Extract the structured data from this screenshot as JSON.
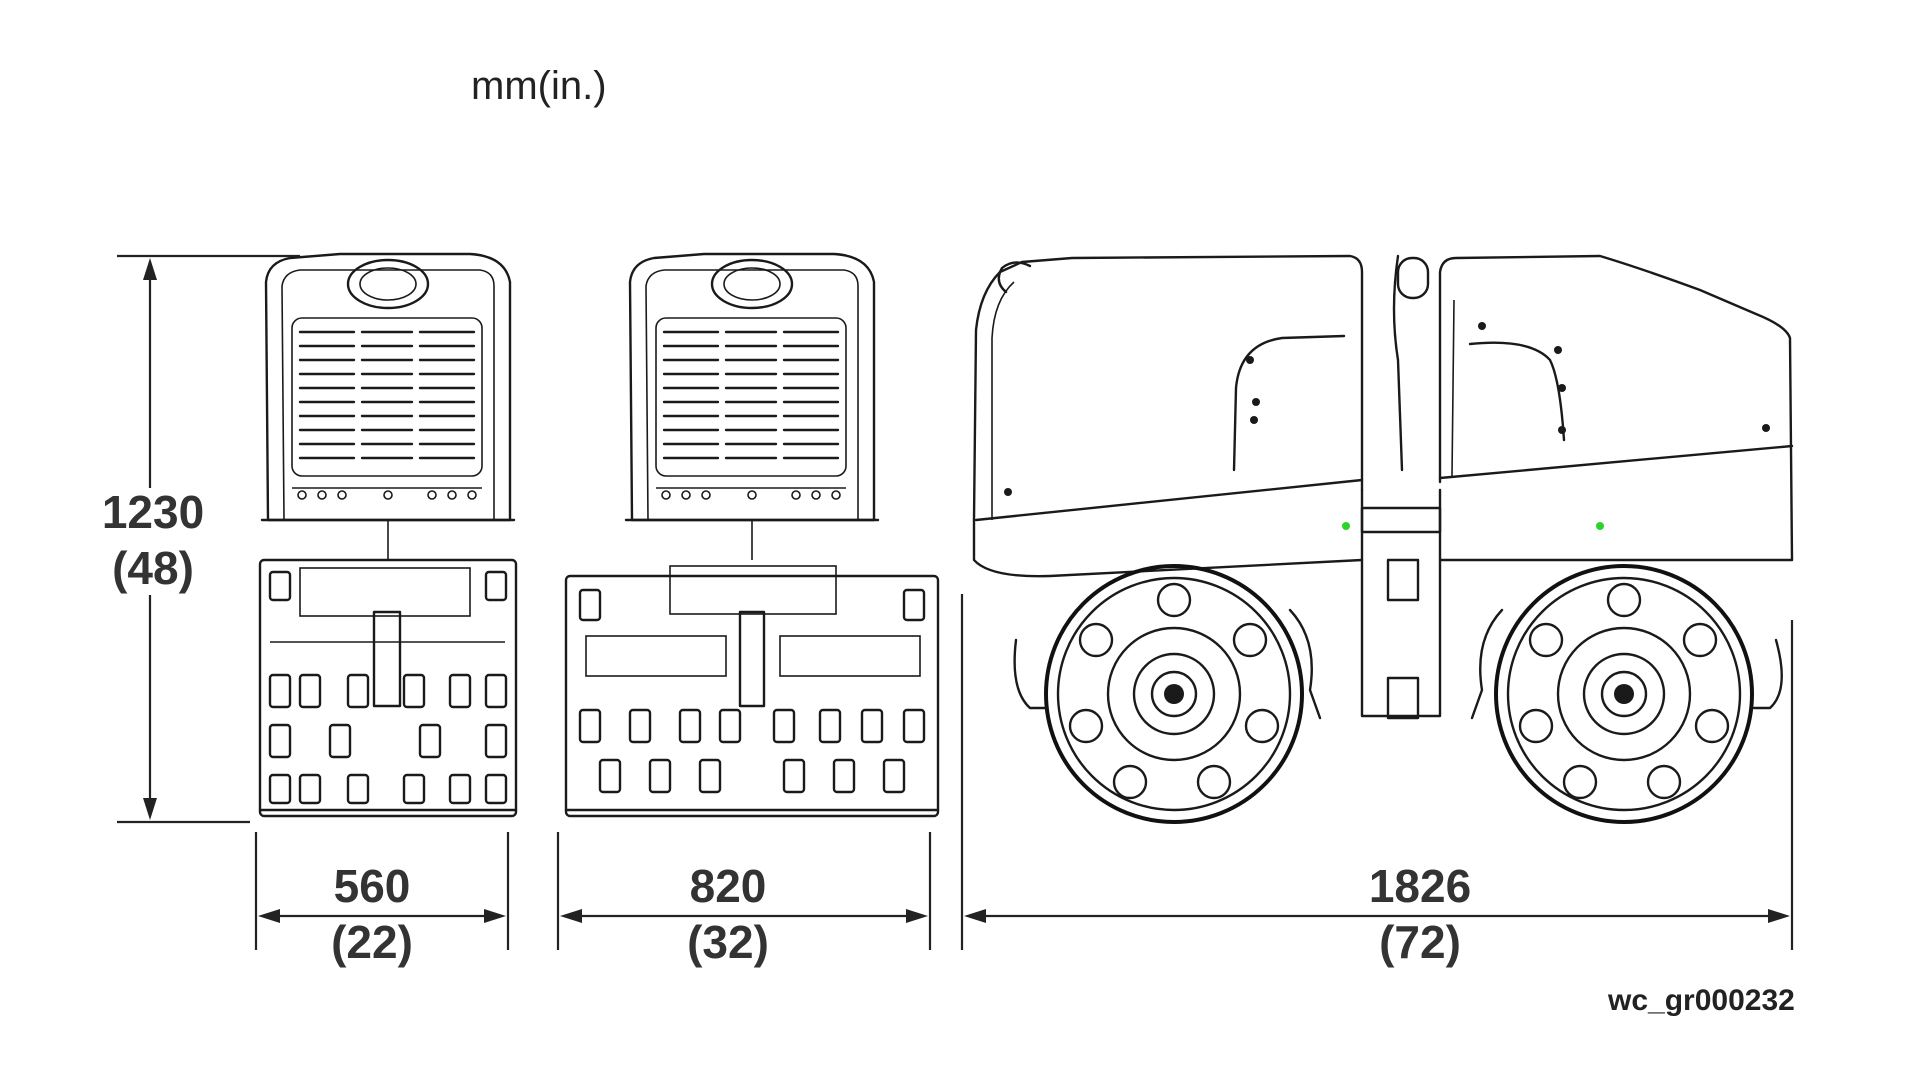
{
  "units_label": "mm(in.)",
  "figure_id": "wc_gr000232",
  "views": {
    "front_narrow": "front-view-narrow-drum",
    "front_wide": "front-view-wide-drum",
    "side": "side-view"
  },
  "dimensions": {
    "height": {
      "mm": "1230",
      "in": "(48)"
    },
    "width_narrow": {
      "mm": "560",
      "in": "(22)"
    },
    "width_wide": {
      "mm": "820",
      "in": "(32)"
    },
    "length": {
      "mm": "1826",
      "in": "(72)"
    }
  }
}
